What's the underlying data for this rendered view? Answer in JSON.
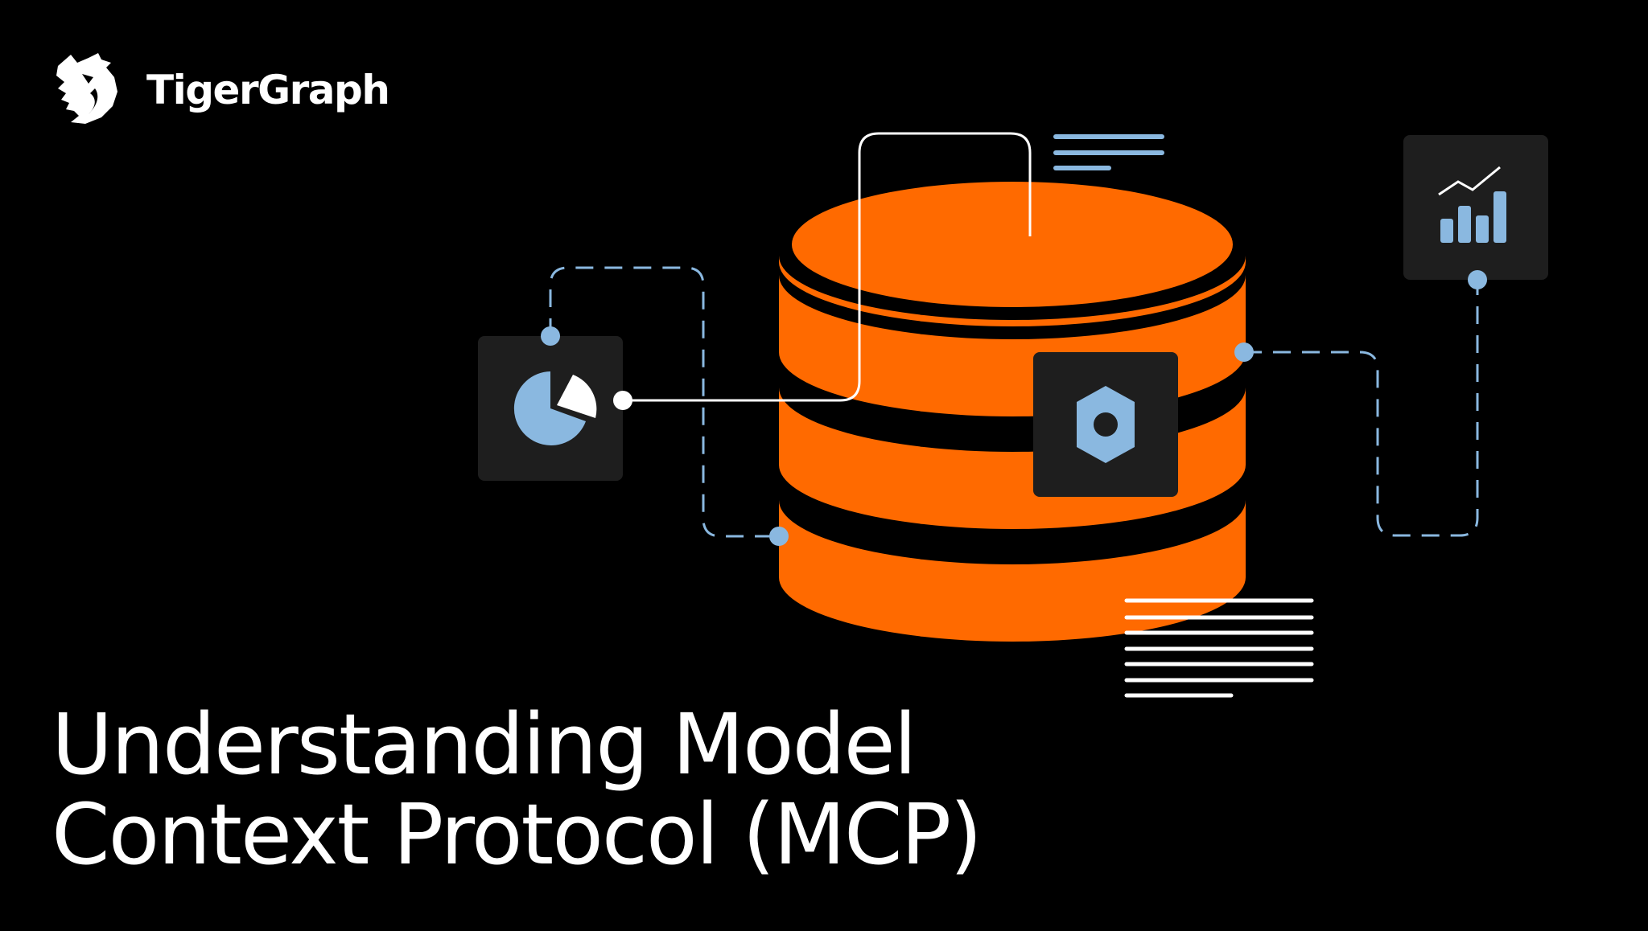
{
  "brand": {
    "name": "TigerGraph",
    "logo_icon": "tiger-head-icon"
  },
  "headline": {
    "line1": "Understanding Model",
    "line2": "Context Protocol (MCP)"
  },
  "illustration": {
    "icons": [
      "pie-chart-icon",
      "hexagon-nut-icon",
      "bar-chart-trend-icon"
    ],
    "colors": {
      "background": "#000000",
      "database_orange": "#FF6A00",
      "accent_blue": "#8AB8E0",
      "card_dark": "#1E1E1E",
      "line_white": "#FFFFFF"
    }
  }
}
